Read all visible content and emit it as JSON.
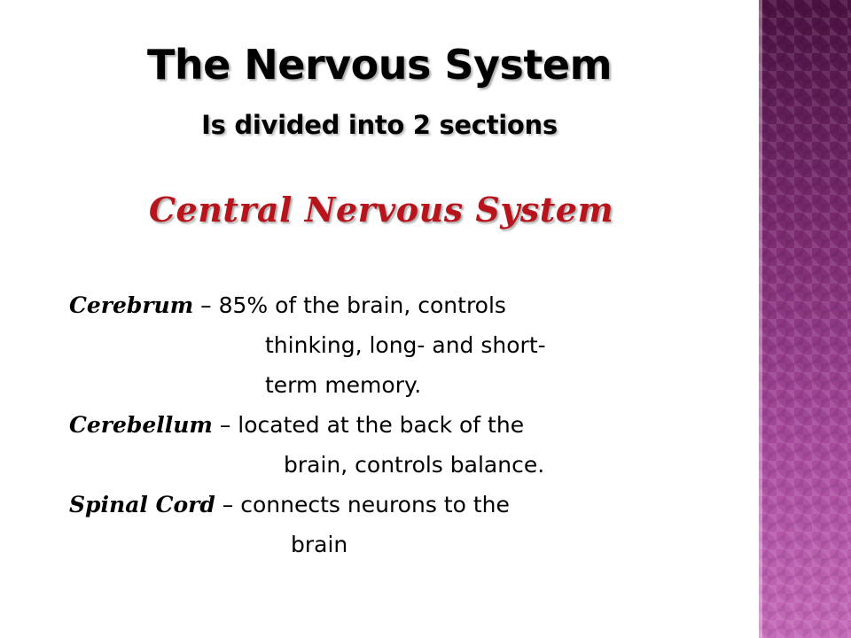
{
  "slide": {
    "title": "The Nervous System",
    "subtitle": "Is divided into 2 sections",
    "heading": "Central Nervous System",
    "accent_color": "#b8141c",
    "side_band_color": "#9b3d8f",
    "items": [
      {
        "term": "Cerebrum",
        "dash": "–",
        "lines": [
          "85% of the brain, controls",
          "thinking, long- and short-",
          "term memory."
        ]
      },
      {
        "term": "Cerebellum",
        "dash": "–",
        "lines": [
          "located at the back of the",
          "brain, controls balance."
        ]
      },
      {
        "term": "Spinal Cord",
        "dash": "–",
        "lines": [
          "connects neurons to the",
          "brain"
        ]
      }
    ]
  }
}
